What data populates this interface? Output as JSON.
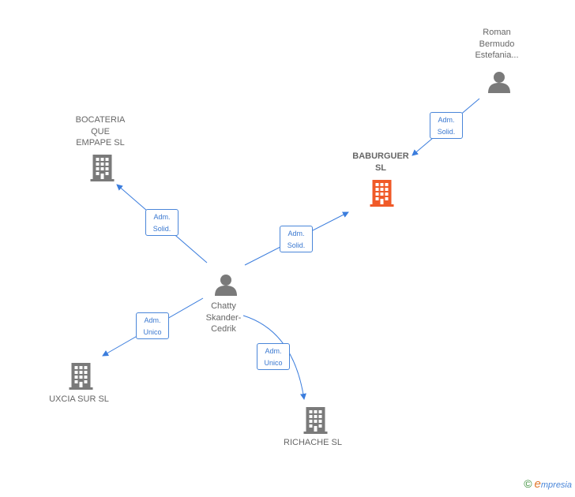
{
  "colors": {
    "edge": "#3b7ddd",
    "company_icon": "#7a7a7a",
    "main_company_icon": "#f05a28",
    "person_icon": "#7a7a7a"
  },
  "nodes": {
    "roman": {
      "label": "Roman\nBermudo\nEstefania...",
      "icon": "person-icon"
    },
    "baburguer": {
      "label": "BABURGUER\nSL",
      "icon": "building-icon"
    },
    "bocateria": {
      "label": "BOCATERIA\nQUE\nEMPAPE  SL",
      "icon": "building-icon"
    },
    "chatty": {
      "label": "Chatty\nSkander-\nCedrik",
      "icon": "person-icon"
    },
    "uxcia": {
      "label": "UXCIA SUR  SL",
      "icon": "building-icon"
    },
    "richache": {
      "label": "RICHACHE SL",
      "icon": "building-icon"
    }
  },
  "edges": {
    "roman_baburguer": {
      "role": "Adm.\nSolid."
    },
    "chatty_bocateria": {
      "role": "Adm.\nSolid."
    },
    "chatty_baburguer": {
      "role": "Adm.\nSolid."
    },
    "chatty_uxcia": {
      "role": "Adm.\nUnico"
    },
    "chatty_richache": {
      "role": "Adm.\nUnico"
    }
  },
  "footer": {
    "copyright_symbol": "©",
    "brand_initial": "e",
    "brand_rest": "mpresia"
  }
}
